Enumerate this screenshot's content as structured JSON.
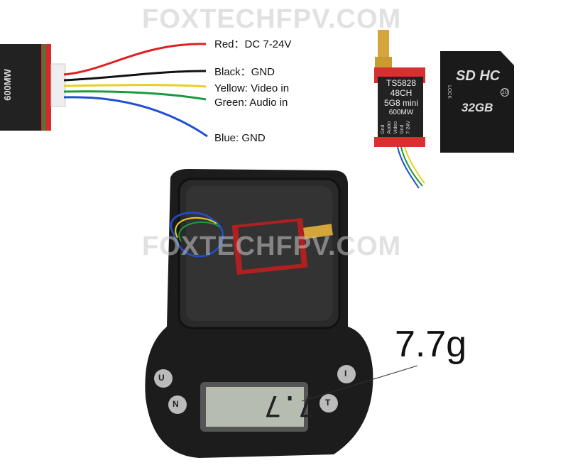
{
  "wire_labels": {
    "red": "Red：DC 7-24V",
    "black": "Black：GND",
    "yellow": "Yellow: Video in",
    "green": "Green: Audio in",
    "blue": "Blue: GND"
  },
  "wire_colors": {
    "red": "#e02020",
    "black": "#111111",
    "yellow": "#e8d020",
    "green": "#1a9a3a",
    "blue": "#2050d0"
  },
  "module": {
    "model": "TS5828",
    "channels": "48CH",
    "band": "5G8 mini",
    "power": "600MW",
    "pins": [
      "Gnd",
      "Audio",
      "Video",
      "Gnd",
      "7-24V"
    ]
  },
  "sd_card": {
    "logo": "SD HC",
    "capacity": "32GB",
    "lock": "LOCK",
    "class": "10"
  },
  "watermark": "FOXTECHFPV.COM",
  "scale": {
    "weight_callout": "7.7g",
    "display": "7.7",
    "buttons": [
      "U",
      "N",
      "I",
      "T"
    ]
  }
}
